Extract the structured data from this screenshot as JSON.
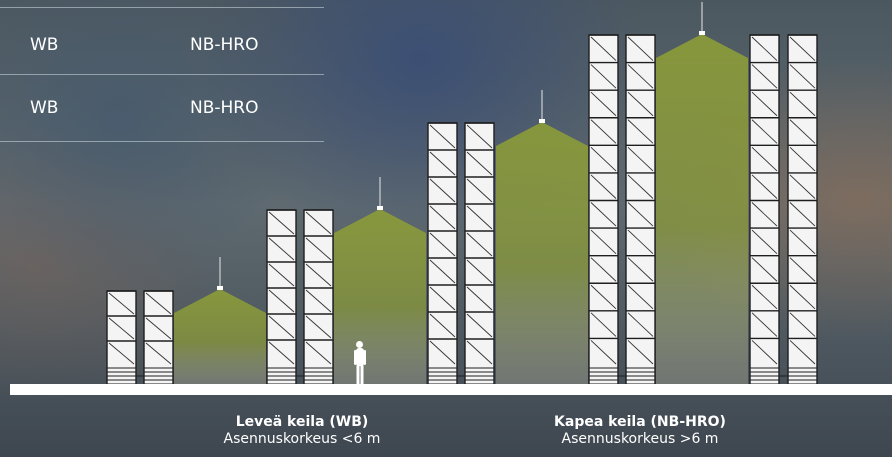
{
  "legend": {
    "rows": [
      {
        "col1": "WB",
        "col2": "NB-HRO"
      },
      {
        "col1": "WB",
        "col2": "NB-HRO"
      }
    ]
  },
  "captions": [
    {
      "title": "Leveä keila (WB)",
      "subtitle": "Asennuskorkeus <6 m"
    },
    {
      "title": "Kapea keila (NB-HRO)",
      "subtitle": "Asennuskorkeus >6 m"
    }
  ],
  "colors": {
    "beam": "#8a9a3a",
    "rack_fill": "#f4f4f4",
    "rack_line": "#1e1e1e",
    "ground": "#ffffff",
    "text": "#ffffff"
  }
}
